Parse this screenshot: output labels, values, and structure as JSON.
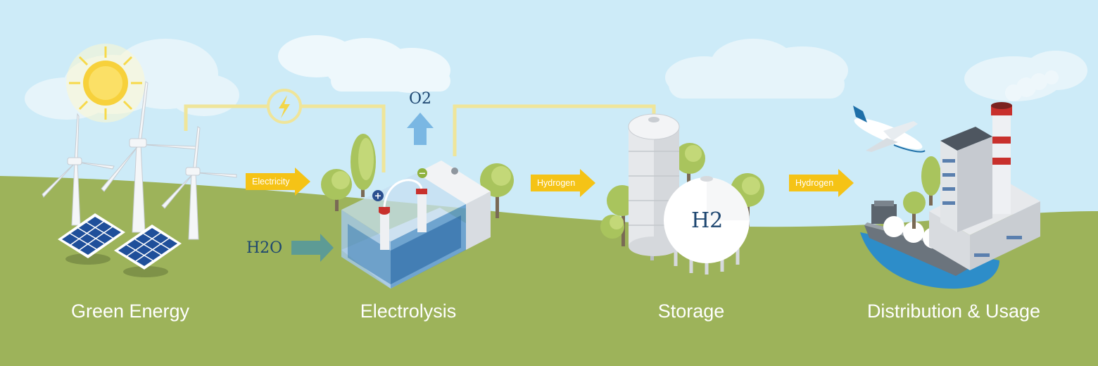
{
  "stages": {
    "green_energy": "Green Energy",
    "electrolysis": "Electrolysis",
    "storage": "Storage",
    "distribution": "Distribution & Usage"
  },
  "flows": {
    "electricity": "Electricity",
    "hydrogen_to_storage": "Hydrogen",
    "hydrogen_to_distribution": "Hydrogen"
  },
  "chemicals": {
    "oxygen": "O2",
    "water": "H2O",
    "hydrogen_tank": "H2"
  },
  "electrode_signs": {
    "positive": "+",
    "negative": "−"
  },
  "colors": {
    "sky": "#cdebf8",
    "grass": "#9db35a",
    "arrow_yellow": "#f5c316",
    "wire_yellow": "#efe59a",
    "water_blue": "#3b7db3",
    "label_navy": "#1d4670"
  },
  "icons": [
    "sun-icon",
    "wind-turbine-icon",
    "solar-panel-icon",
    "lightning-icon",
    "tree-icon",
    "hydrogen-tank-icon",
    "airplane-icon",
    "ship-icon",
    "factory-icon",
    "cloud-icon"
  ]
}
